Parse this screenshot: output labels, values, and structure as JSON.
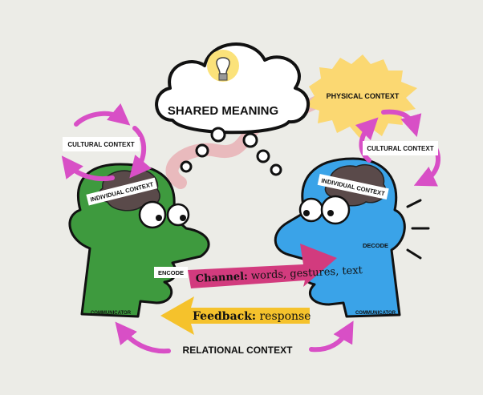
{
  "cloud": {
    "title": "SHARED MEANING",
    "icon": "lightbulb-icon"
  },
  "contexts": {
    "physical": "PHYSICAL CONTEXT",
    "cultural_left": "CULTURAL CONTEXT",
    "cultural_right": "CULTURAL CONTEXT",
    "individual_left": "INDIVIDUAL CONTEXT",
    "individual_right": "INDIVIDUAL CONTEXT",
    "relational": "RELATIONAL CONTEXT"
  },
  "labels": {
    "encode": "ENCODE",
    "decode": "DECODE",
    "communicator_left": "COMMUNICATOR",
    "communicator_right": "COMMUNICATOR"
  },
  "channel": {
    "label": "Channel:",
    "text": " words, gestures, text"
  },
  "feedback": {
    "label": "Feedback:",
    "text": " response"
  },
  "colors": {
    "background": "#ecece7",
    "left_head": "#3e9a3e",
    "right_head": "#3aa3e8",
    "channel_arrow": "#d23b7e",
    "feedback_arrow": "#f5c22c",
    "context_arrows": "#d84fc6",
    "burst": "#fbd872",
    "squiggle": "#e9b2b5"
  }
}
